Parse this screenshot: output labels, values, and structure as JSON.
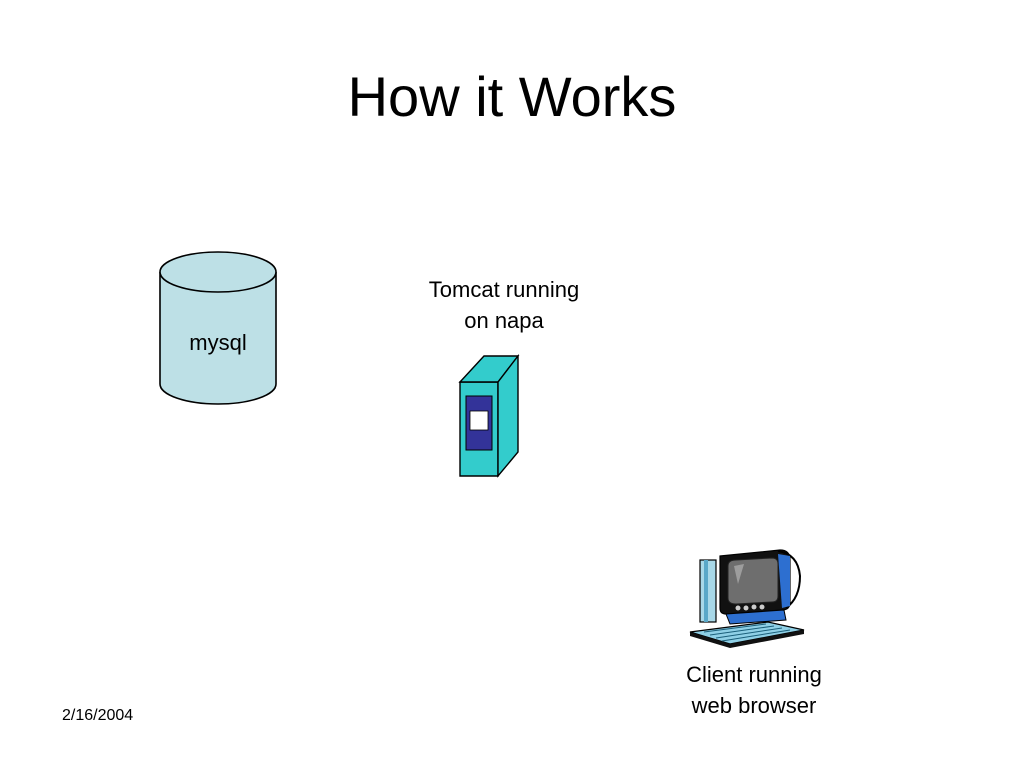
{
  "slide": {
    "title": "How it Works",
    "date": "2/16/2004"
  },
  "database": {
    "label": "mysql",
    "icon": "database-cylinder-icon",
    "fill_color": "#bde0e6"
  },
  "server": {
    "caption_line1": "Tomcat running",
    "caption_line2": "on napa",
    "icon": "server-tower-icon",
    "fill_color": "#33cccc"
  },
  "client": {
    "caption_line1": "Client running",
    "caption_line2": "web browser",
    "icon": "desktop-computer-icon"
  }
}
